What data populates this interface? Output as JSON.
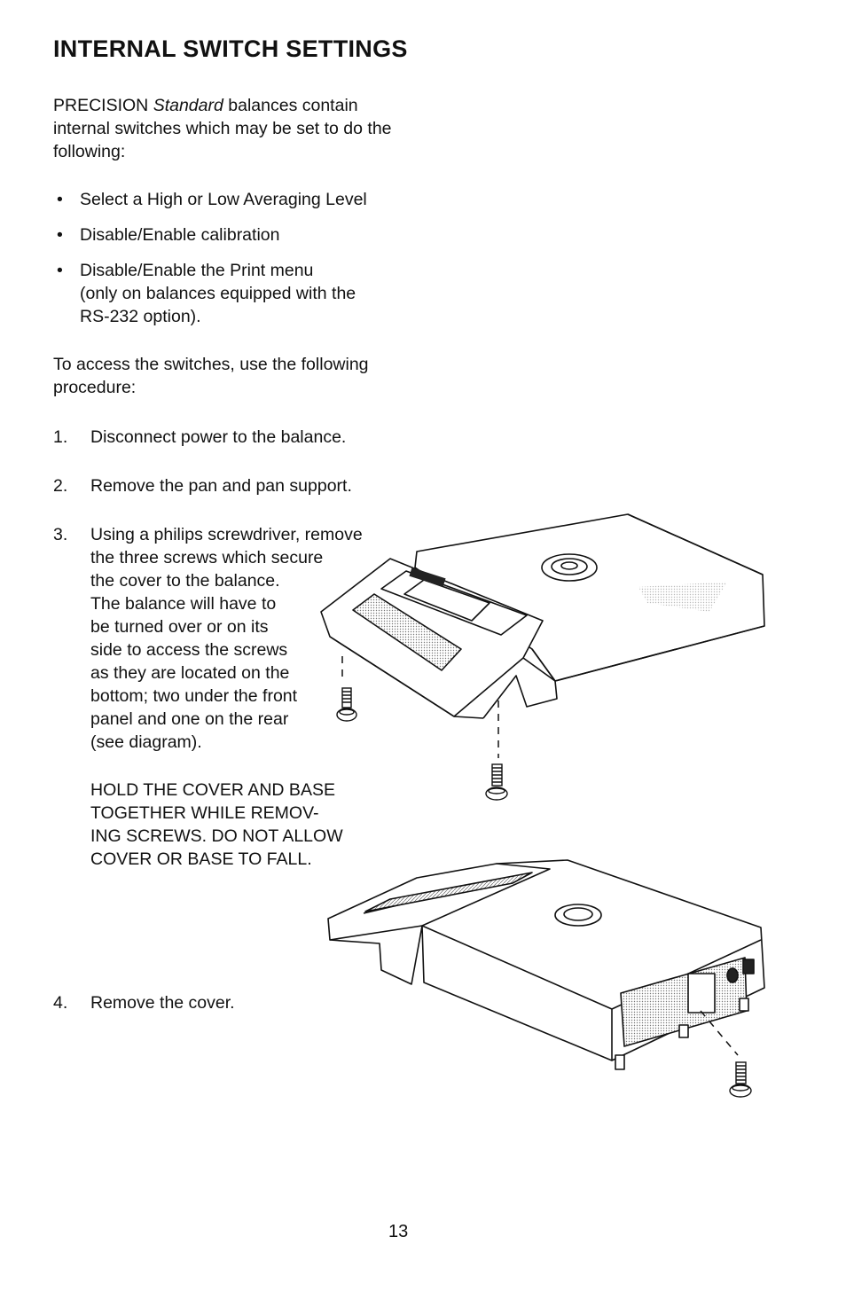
{
  "title": "INTERNAL SWITCH SETTINGS",
  "intro": {
    "pre": "PRECISION ",
    "brand": "Standard",
    "post": " balances contain internal switches which may be set to do the following:"
  },
  "bullets": [
    {
      "lines": [
        "Select a High or Low Averaging Level"
      ]
    },
    {
      "lines": [
        "Disable/Enable calibration"
      ]
    },
    {
      "lines": [
        "Disable/Enable the Print menu",
        "(only on balances equipped with the",
        "RS-232 option)."
      ]
    }
  ],
  "access": "To access the switches, use the following procedure:",
  "steps": [
    {
      "num": "1.",
      "lines": [
        "Disconnect power to the balance."
      ]
    },
    {
      "num": "2.",
      "lines": [
        "Remove the pan and pan support."
      ]
    },
    {
      "num": "3.",
      "lines": [
        "Using a philips screwdriver, remove",
        "the three screws which secure",
        "the cover to the balance.",
        "The balance will have to",
        "be turned over or on its",
        "side to access the screws",
        "as they are located on the",
        "bottom; two under the front",
        "panel and one on the rear",
        "(see diagram)."
      ]
    },
    {
      "num": "4.",
      "lines": [
        "Remove the cover."
      ]
    }
  ],
  "warning": [
    "HOLD THE COVER AND BASE",
    "TOGETHER  WHILE  REMOV-",
    "ING SCREWS. DO NOT ALLOW",
    "COVER OR BASE TO FALL."
  ],
  "page_number": "13"
}
